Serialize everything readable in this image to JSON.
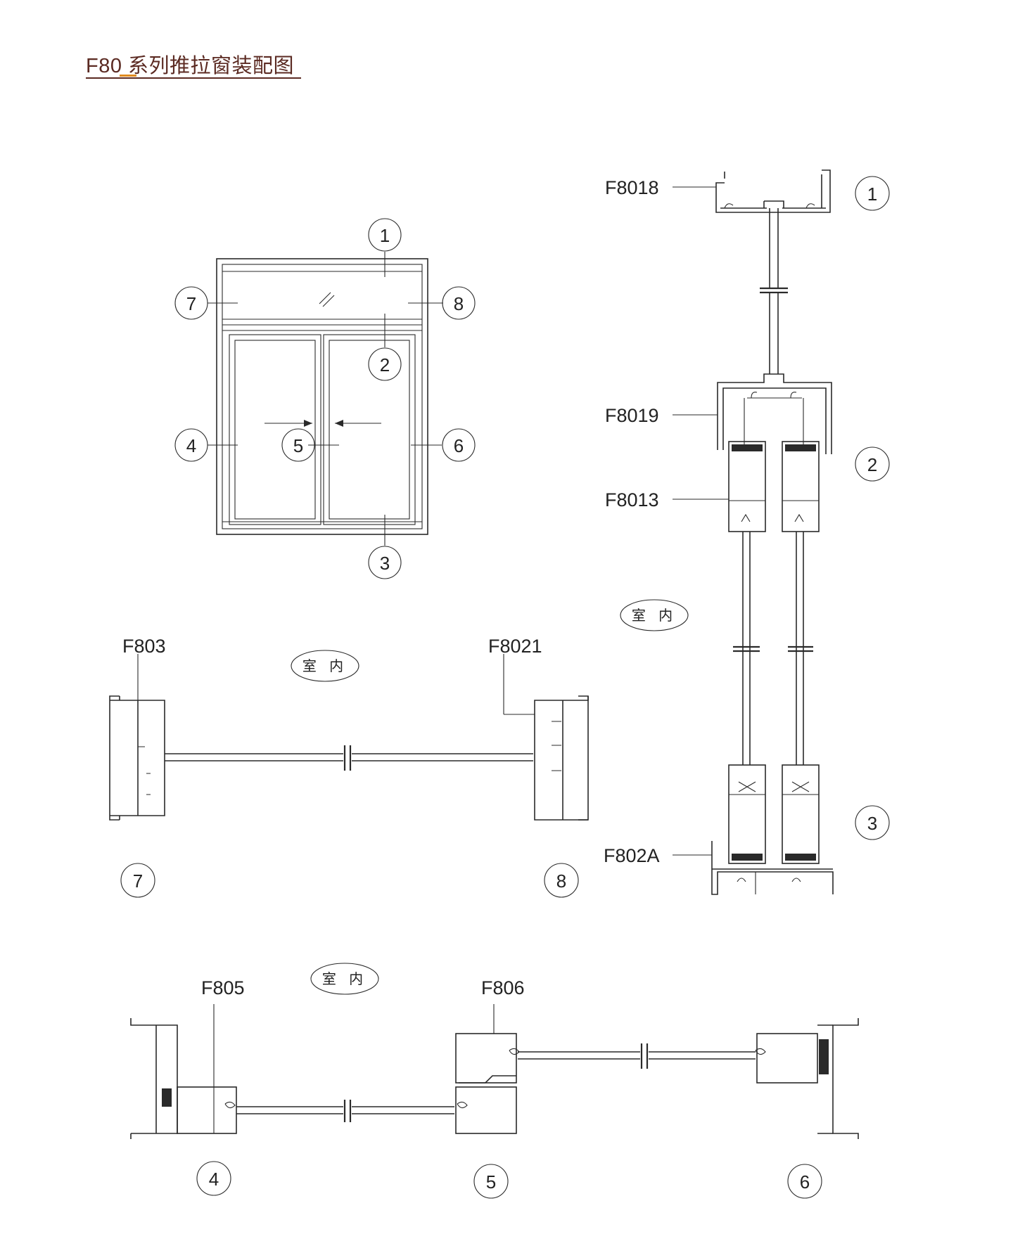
{
  "title": "F80 系列推拉窗装配图",
  "room_label": "室 内",
  "callouts": {
    "front": [
      "1",
      "2",
      "3",
      "4",
      "5",
      "6",
      "7",
      "8"
    ],
    "vertical": [
      "1",
      "2",
      "3"
    ],
    "transom": [
      "7",
      "8"
    ],
    "horizontal": [
      "4",
      "5",
      "6"
    ]
  },
  "parts": {
    "top_frame": "F8018",
    "transom_frame": "F8019",
    "sash": "F8013",
    "bottom_frame": "F802A",
    "transom_left": "F803",
    "transom_right": "F8021",
    "side_sash": "F805",
    "meeting_stile": "F806"
  }
}
